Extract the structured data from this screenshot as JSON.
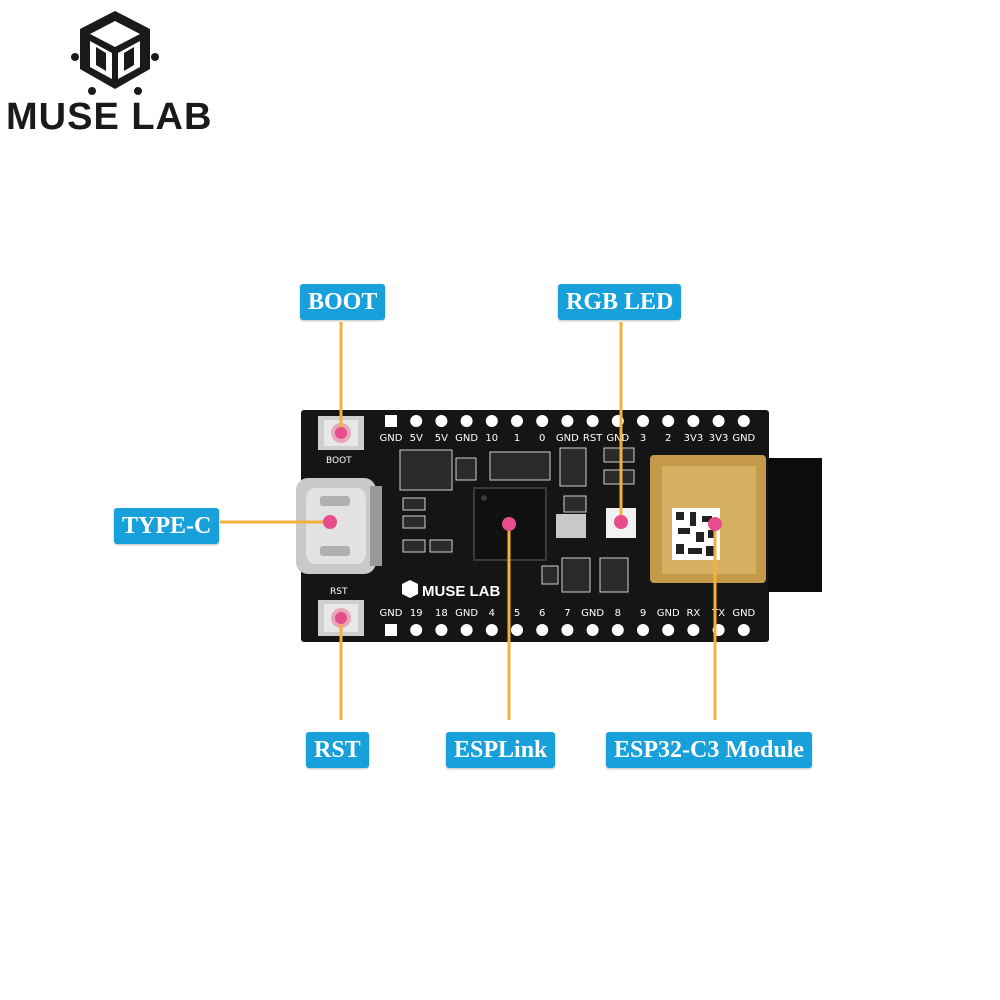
{
  "logo": {
    "text": "MUSE LAB",
    "icon": "muse-lab-cube-icon"
  },
  "callouts": {
    "boot": "BOOT",
    "rgb_led": "RGB LED",
    "type_c": "TYPE-C",
    "rst": "RST",
    "esplink": "ESPLink",
    "esp32_module": "ESP32-C3 Module"
  },
  "board": {
    "silk_boot": "BOOT",
    "silk_rst": "RST",
    "silk_brand": "MUSE LAB",
    "top_pins": [
      "GND",
      "5V",
      "5V",
      "GND",
      "10",
      "1",
      "0",
      "GND",
      "RST",
      "GND",
      "3",
      "2",
      "3V3",
      "3V3",
      "GND"
    ],
    "bottom_pins": [
      "GND",
      "19",
      "18",
      "GND",
      "4",
      "5",
      "6",
      "7",
      "GND",
      "8",
      "9",
      "GND",
      "RX",
      "TX",
      "GND"
    ]
  },
  "colors": {
    "callout_bg": "#17a0da",
    "leader_line": "#f5b03c",
    "marker_dot": "#e64d8c",
    "pcb": "#151515"
  }
}
